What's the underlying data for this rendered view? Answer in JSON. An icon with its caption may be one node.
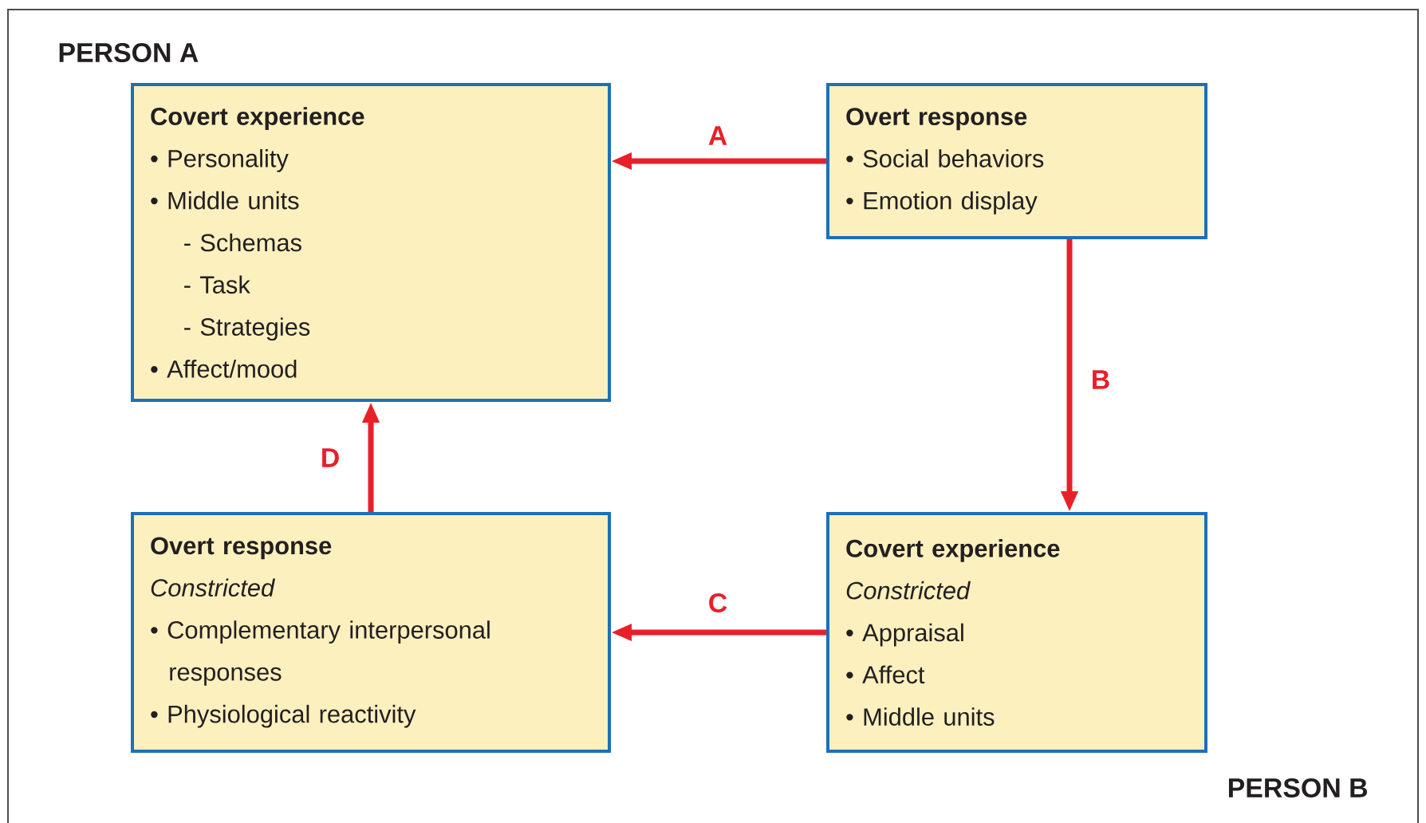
{
  "diagram": {
    "nodes": [
      {
        "text": [
          "Covert experience",
          "• Personality",
          "• Middle units",
          "- Schemas",
          "- Task",
          "- Strategies",
          "• Affect/mood"
        ]
      },
      {
        "text": [
          "Overt response",
          "• Social behaviors",
          "• Emotion display"
        ]
      },
      {
        "text": [
          "Overt response",
          "Constricted",
          "• Complementary interpersonal responses",
          "• Physiological reactivity"
        ]
      },
      {
        "text": [
          "Covert experience",
          "Constricted",
          "• Appraisal",
          "• Affect",
          "• Middle units"
        ]
      }
    ],
    "edges": [
      {
        "from": 1,
        "to": 0,
        "arrow": "to",
        "label": "A"
      },
      {
        "from": 1,
        "to": 3,
        "arrow": "to",
        "label": "B"
      },
      {
        "from": 3,
        "to": 2,
        "arrow": "to",
        "label": "C"
      },
      {
        "from": 2,
        "to": 0,
        "arrow": "to",
        "label": "D"
      }
    ],
    "labels": [
      "PERSON A",
      "PERSON B"
    ]
  }
}
